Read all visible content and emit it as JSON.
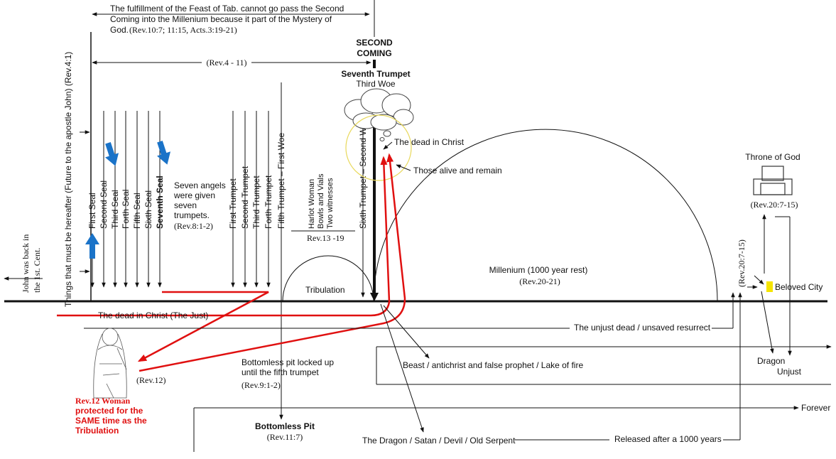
{
  "title_note": {
    "line1": "The fulfillment of the Feast of Tab. cannot go pass the Second",
    "line2": "Coming into the Millenium because it part of the Mystery of",
    "line3_a": "God.",
    "line3_b": "(Rev.10:7; 11:15, Acts.3:19-21)"
  },
  "second_coming": {
    "line1": "SECOND",
    "line2": "COMING"
  },
  "seventh_trumpet": "Seventh Trumpet",
  "third_woe": "Third Woe",
  "rev4_11": "(Rev.4 - 11)",
  "things_hereafter": "Things that must be hereafter (Future to the apostle John) (Rev.4:1)",
  "john_back": {
    "line1": "John was back in",
    "line2": "the 1st. Cent."
  },
  "seals": [
    "First Seal",
    "Second Seal",
    "Third Seal",
    "Forth Seal",
    "Fifth Seal",
    "Sixth Seal",
    "Seventh Seal"
  ],
  "seven_angels": {
    "l1": "Seven angels",
    "l2": "were given",
    "l3": "seven",
    "l4": "trumpets.",
    "l5": "(Rev.8:1-2)"
  },
  "trumpets": [
    "First Trumpet",
    "Second Trumpet",
    "Third Trumpet",
    "Forth Trumpet"
  ],
  "fifth_trumpet": {
    "bold": "Fifth Trumpet",
    "rest": " – First Woe"
  },
  "harlot": [
    "Harlot Woman",
    "Bowls and Vials",
    "Two witnesses"
  ],
  "rev13_19": "Rev.13 -19",
  "sixth_trumpet": "Sixth Trumpet – Second Woe",
  "dead_in_christ": "The dead in Christ",
  "alive_remain": "Those alive and remain",
  "tribulation": "Tribulation",
  "millenium": {
    "line1": "Millenium (1000 year rest)",
    "line2": "(Rev.20-21)"
  },
  "throne": {
    "label": "Throne of God",
    "ref": "(Rev.20:7-15)"
  },
  "rev20_vertical": "(Rev.20:7-15)",
  "beloved_city": "Beloved City",
  "dead_just": "The dead in Christ (The Just)",
  "unjust_dead": "The unjust dead / unsaved resurrect",
  "beast": "Beast / antichrist and false prophet / Lake of fire",
  "dragon_unjust": {
    "dragon": "Dragon",
    "unjust": "Unjust"
  },
  "bottomless_locked": {
    "line1": "Bottomless pit locked up",
    "line2": "until the fifth trumpet",
    "ref": "(Rev.9:1-2)"
  },
  "rev12": "(Rev.12)",
  "woman_note": {
    "l1": "Rev.12 Woman",
    "l2": "protected for the",
    "l3": "SAME time as the",
    "l4": "Tribulation"
  },
  "forever": "Forever",
  "bottomless_pit": {
    "label": "Bottomless Pit",
    "ref": "(Rev.11:7)"
  },
  "dragon_satan": "The Dragon / Satan / Devil / Old Serpent",
  "released": "Released after a 1000 years",
  "colors": {
    "red_arrow": "#e01010",
    "blue_arrow": "#1a73c8",
    "circle": "#e8d85a",
    "city": "#f5e400"
  }
}
